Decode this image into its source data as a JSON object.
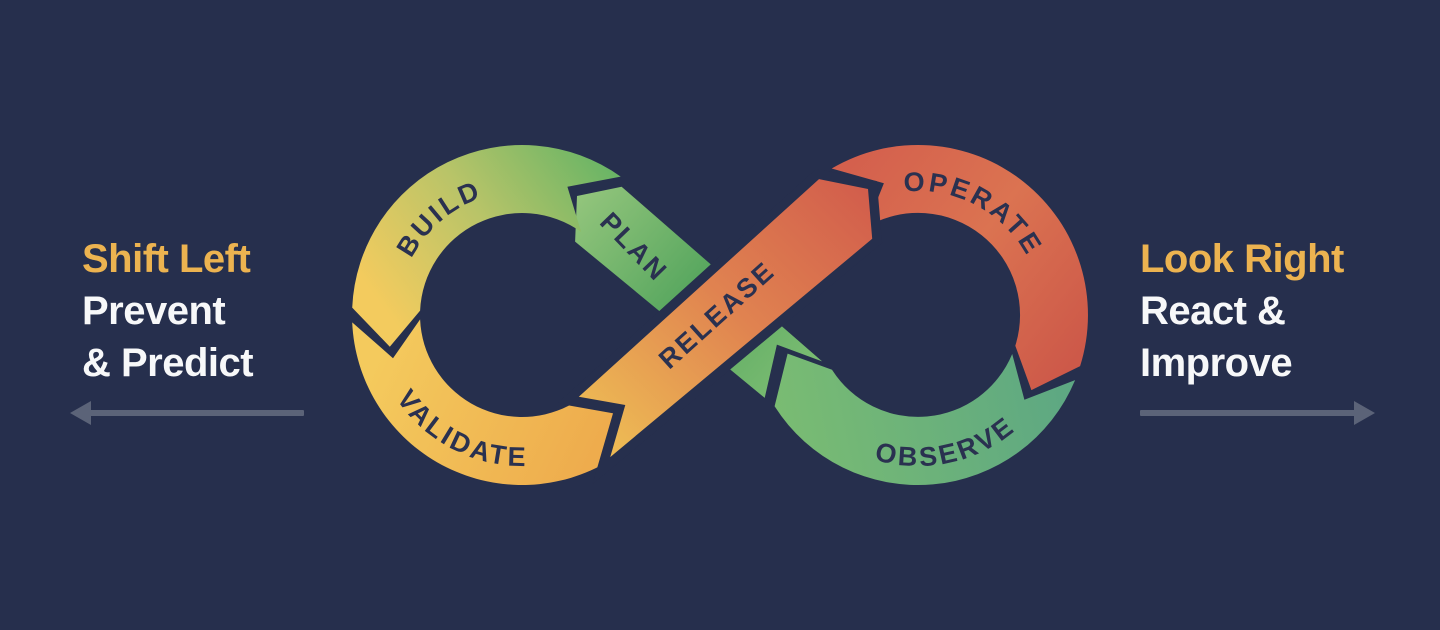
{
  "diagram": {
    "segments": {
      "build": "BUILD",
      "plan": "PLAN",
      "validate": "VALIDATE",
      "release": "RELEASE",
      "operate": "OPERATE",
      "observe": "OBSERVE"
    },
    "left_caption": {
      "title": "Shift Left",
      "line1": "Prevent",
      "line2": "& Predict"
    },
    "right_caption": {
      "title": "Look Right",
      "line1": "React &",
      "line2": "Improve"
    },
    "colors": {
      "background": "#262f4d",
      "segment_text": "#2a3150",
      "gold": "#ecb350",
      "white": "#f7f8f9",
      "arrow_gray": "#5b6378",
      "build_gradient": [
        "#f3cb5e",
        "#b9c468",
        "#6bb566"
      ],
      "validate_gradient": [
        "#f4ca5d",
        "#eeac4d"
      ],
      "plan_band_gradient": [
        "#93c57c",
        "#58a75f",
        "#7cbd73"
      ],
      "release_gradient": [
        "#edb954",
        "#e08350",
        "#d25e4c"
      ],
      "operate_gradient": [
        "#d4604d",
        "#db7351",
        "#cd5949"
      ],
      "observe_gradient": [
        "#5ba684",
        "#7abc72"
      ]
    }
  }
}
